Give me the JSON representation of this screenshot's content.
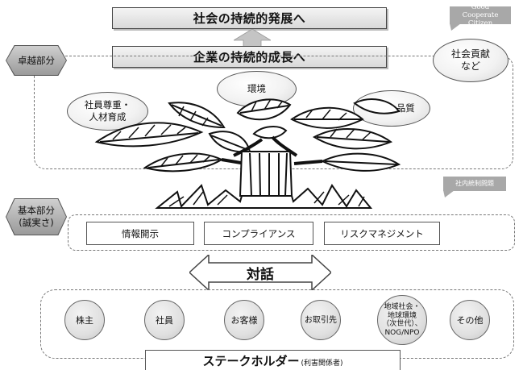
{
  "top_banner": "社会の持続的発展へ",
  "growth_banner": "企業の持続的成長へ",
  "good_citizen_callout": "Good Cooperate Citizen",
  "social_contribution": "社会貢献\nなど",
  "excellence_label": "卓越部分",
  "environment": "環境",
  "employees_respect": "社員尊重・\n人材育成",
  "safety_quality": "安全・品質",
  "internal_control_callout": "社内統制問題",
  "basic_label": "基本部分\n(誠実さ)",
  "basics": [
    "情報開示",
    "コンプライアンス",
    "リスクマネジメント"
  ],
  "dialogue": "対話",
  "stakeholders": [
    "株主",
    "社員",
    "お客様",
    "お取引先",
    "地域社会・\n地球環境\n（次世代）、\nNOG/NPO",
    "その他"
  ],
  "footer_main": "ステークホルダー",
  "footer_sub": "(利害関係者)"
}
